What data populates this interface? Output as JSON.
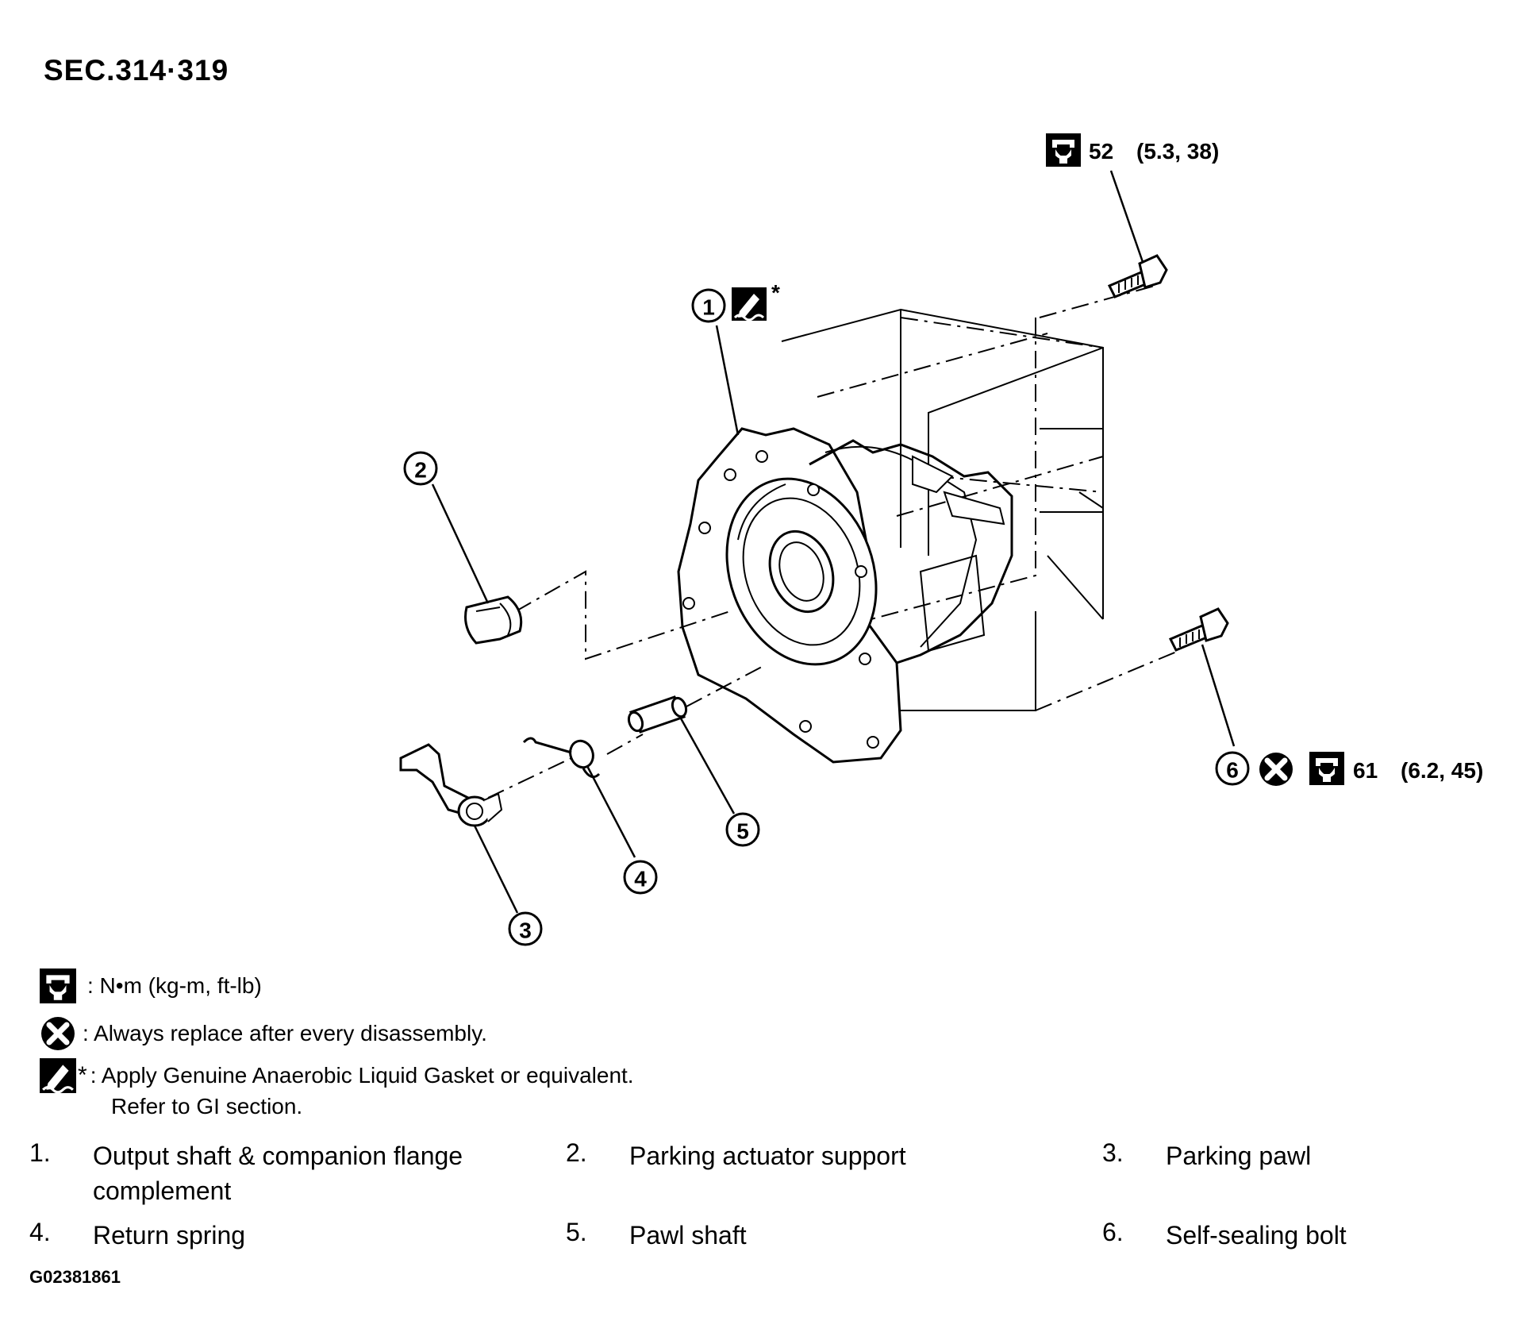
{
  "section": "SEC.314·319",
  "torque_callouts": {
    "top": {
      "value": "52",
      "units": "(5.3, 38)"
    },
    "bottom": {
      "part": "6",
      "value": "61",
      "units": "(6.2, 45)"
    }
  },
  "callout_numbers": [
    "1",
    "2",
    "3",
    "4",
    "5",
    "6"
  ],
  "gasket_asterisk": "*",
  "legend": {
    "torque": {
      "icon": "torque-wrench-icon",
      "text": ": N•m  (kg-m,  ft-lb)"
    },
    "replace": {
      "icon": "replace-x-icon",
      "text": ": Always replace after every disassembly."
    },
    "gasket": {
      "icon": "liquid-gasket-icon",
      "asterisk": "*",
      "text": ": Apply Genuine Anaerobic Liquid Gasket or equivalent.",
      "text2": "Refer to GI section."
    }
  },
  "parts": [
    {
      "num": "1.",
      "name": "Output shaft & companion flange complement"
    },
    {
      "num": "2.",
      "name": "Parking actuator support"
    },
    {
      "num": "3.",
      "name": "Parking pawl"
    },
    {
      "num": "4.",
      "name": "Return spring"
    },
    {
      "num": "5.",
      "name": "Pawl shaft"
    },
    {
      "num": "6.",
      "name": "Self-sealing bolt"
    }
  ],
  "figure_id": "G02381861"
}
